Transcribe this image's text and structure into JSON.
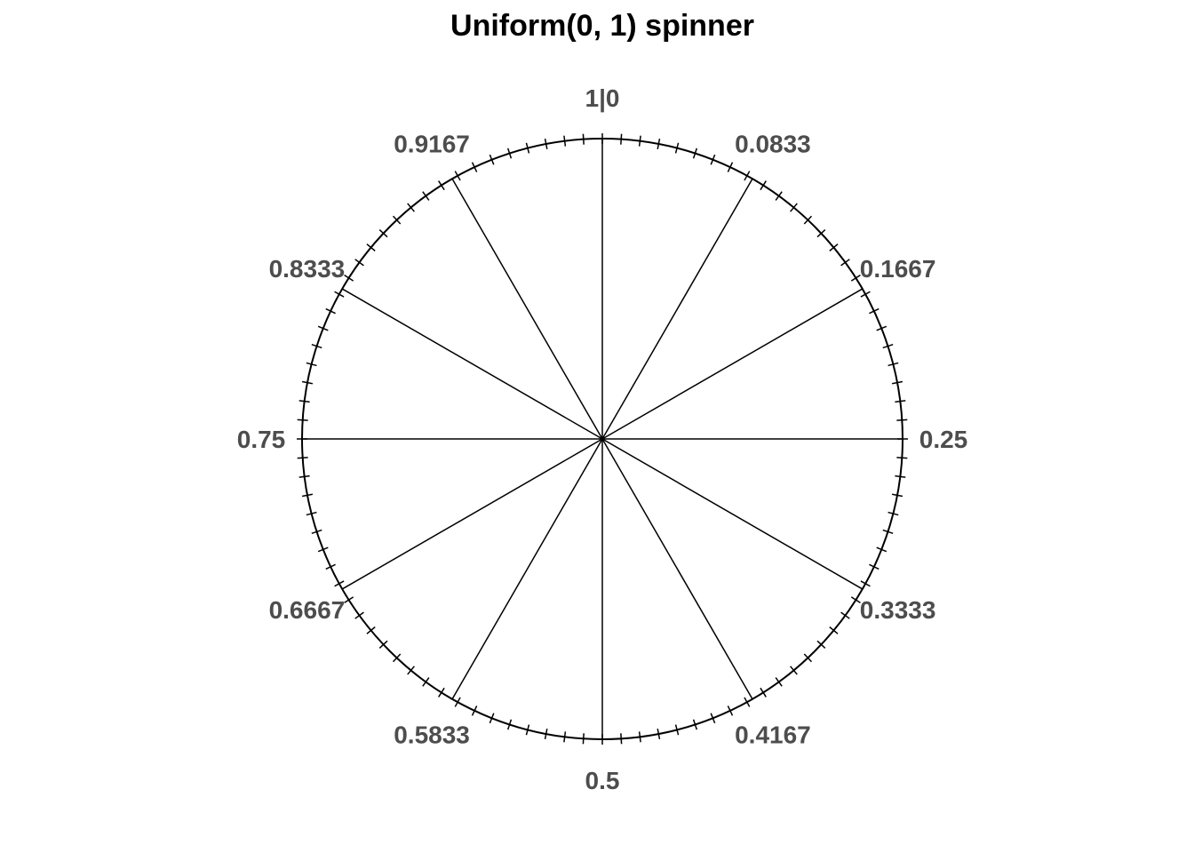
{
  "chart_data": {
    "type": "spinner",
    "title": "Uniform(0, 1) spinner",
    "range": [
      0,
      1
    ],
    "minor_tick_step": 0.01,
    "spokes": [
      0,
      0.0833,
      0.1667,
      0.25,
      0.3333,
      0.4167,
      0.5,
      0.5833,
      0.6667,
      0.75,
      0.8333,
      0.9167
    ],
    "labels": [
      "1|0",
      "0.0833",
      "0.1667",
      "0.25",
      "0.3333",
      "0.4167",
      "0.5",
      "0.5833",
      "0.6667",
      "0.75",
      "0.8333",
      "0.9167"
    ],
    "line_color": "#000000",
    "label_color": "#4d4d4d"
  }
}
